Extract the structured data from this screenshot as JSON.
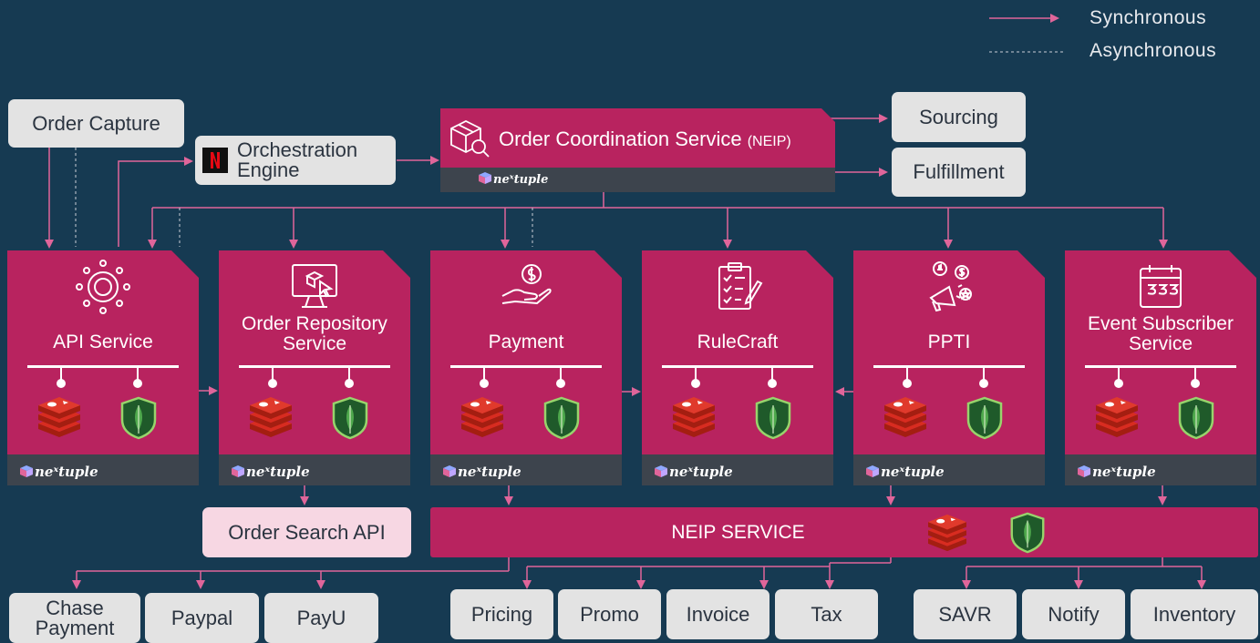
{
  "legend": {
    "sync_label": "Synchronous",
    "async_label": "Asynchronous"
  },
  "top_nodes": {
    "order_capture": "Order Capture",
    "orchestration_engine": "Orchestration Engine",
    "orchestration_engine_lines": [
      "Orchestration",
      "Engine"
    ],
    "order_coordination": {
      "label": "Order Coordination Service",
      "suffix": "(NEIP)"
    },
    "sourcing": "Sourcing",
    "fulfillment": "Fulfillment"
  },
  "brand": {
    "logo_text": "neˣtuple"
  },
  "services": [
    {
      "id": "api",
      "lines": [
        "API Service"
      ],
      "icon": "gear-network-icon"
    },
    {
      "id": "order-repo",
      "lines": [
        "Order Repository",
        "Service"
      ],
      "icon": "monitor-cursor-icon"
    },
    {
      "id": "payment",
      "lines": [
        "Payment"
      ],
      "icon": "hand-coin-icon"
    },
    {
      "id": "rulecraft",
      "lines": [
        "RuleCraft"
      ],
      "icon": "clipboard-checklist-icon"
    },
    {
      "id": "ppti",
      "lines": [
        "PPTI"
      ],
      "icon": "megaphone-icon"
    },
    {
      "id": "event-sub",
      "lines": [
        "Event Subscriber",
        "Service"
      ],
      "icon": "calendar-icon"
    }
  ],
  "order_search_api": "Order Search API",
  "neip_service": "NEIP SERVICE",
  "bottom_nodes": {
    "chase_lines": [
      "Chase",
      "Payment"
    ],
    "paypal": "Paypal",
    "payu": "PayU",
    "pricing": "Pricing",
    "promo": "Promo",
    "invoice": "Invoice",
    "tax": "Tax",
    "savr": "SAVR",
    "notify": "Notify",
    "inventory": "Inventory"
  },
  "colors": {
    "background": "#163a52",
    "service": "#b8235f",
    "footer": "#3d444d",
    "arrow": "#e0659a",
    "node": "#e3e3e3",
    "search_api": "#f7d7e3"
  }
}
